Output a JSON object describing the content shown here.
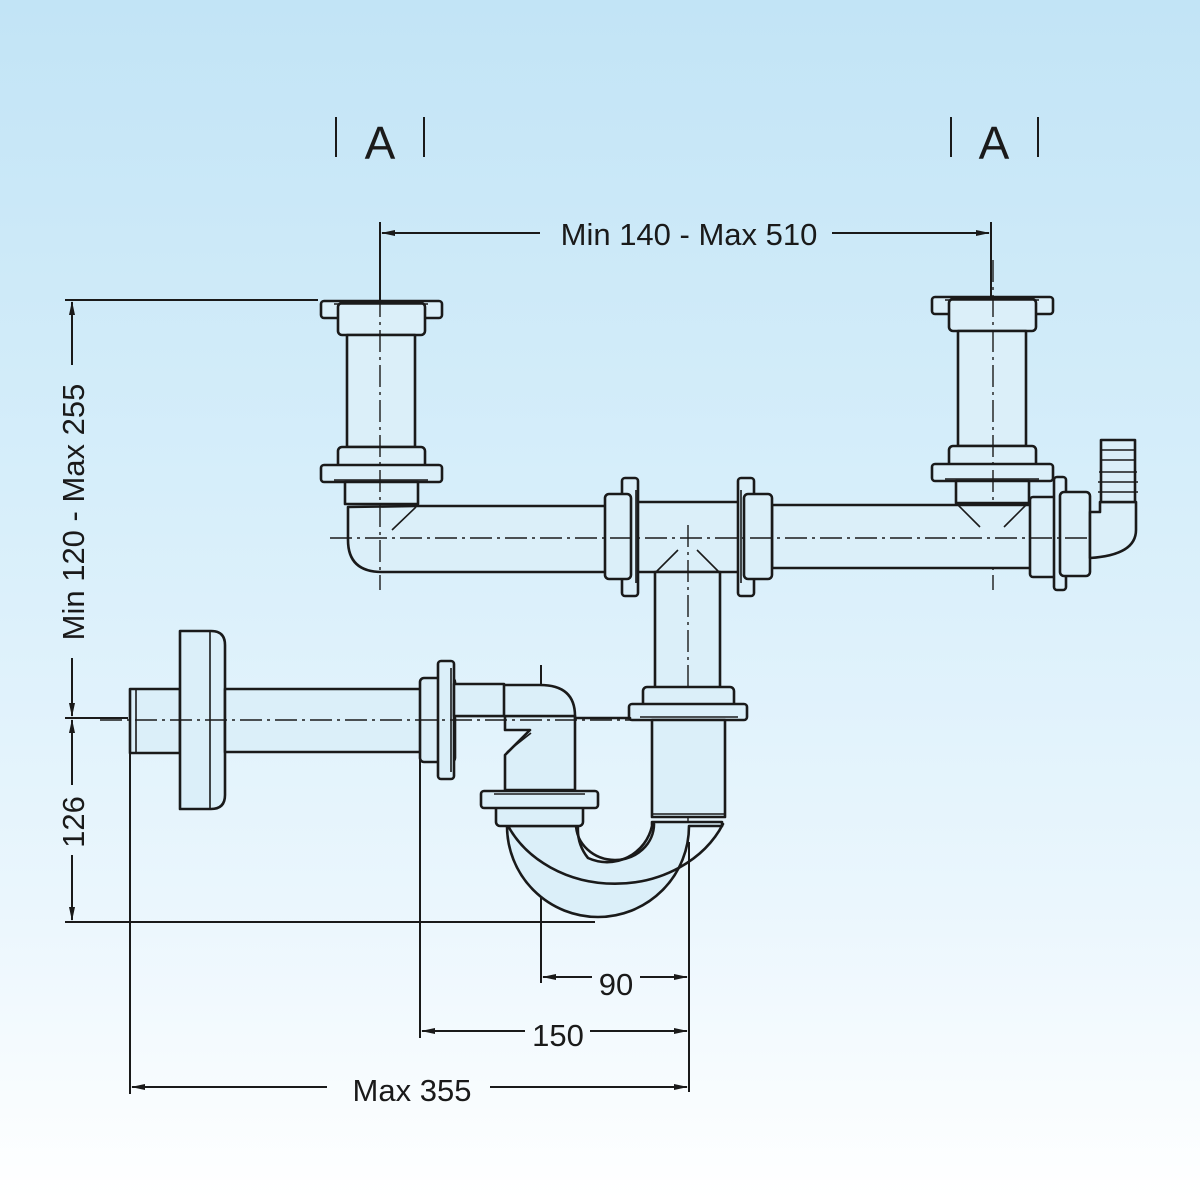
{
  "diagram": {
    "subject": "Double sink siphon with dishwasher hose connection",
    "section_markers": [
      {
        "label": "A"
      },
      {
        "label": "A"
      }
    ],
    "dimensions": {
      "sink_spacing": "Min 140 - Max 510",
      "height_range": "Min 120 - Max 255",
      "wall_outlet_height": "126",
      "trap_offset": "90",
      "inlet_to_trap": "150",
      "max_depth": "Max 355"
    },
    "colors": {
      "line": "#1a1a1a",
      "background_top": "#c2e4f6",
      "background_bottom": "#ffffff"
    }
  }
}
